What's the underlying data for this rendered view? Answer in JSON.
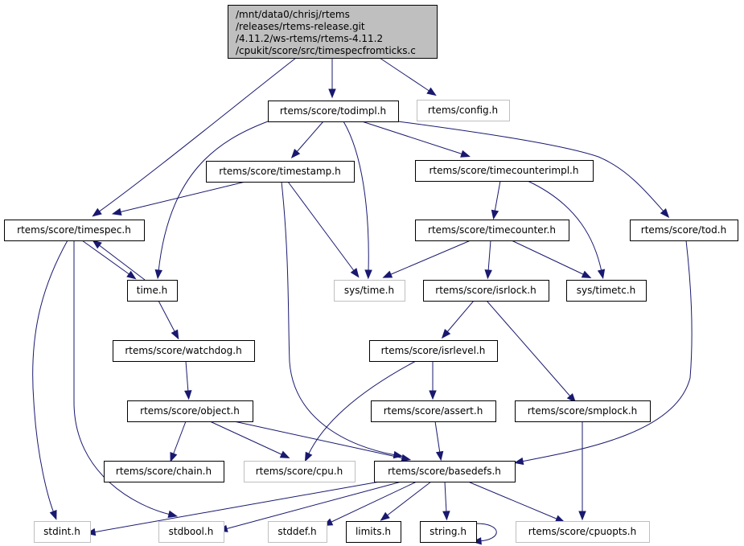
{
  "diagram": {
    "type": "include-dependency-graph",
    "colors": {
      "edge": "#191970",
      "root_fill": "#bfbfbf",
      "node_border": "#000000",
      "external_border": "#bfbfbf"
    },
    "nodes": [
      {
        "id": "root",
        "label_lines": [
          "/mnt/data0/chrisj/rtems",
          "/releases/rtems-release.git",
          "/4.11.2/ws-rtems/rtems-4.11.2",
          "/cpukit/score/src/timespecfromticks.c"
        ],
        "kind": "root"
      },
      {
        "id": "todimpl",
        "label": "rtems/score/todimpl.h",
        "kind": "documented"
      },
      {
        "id": "config",
        "label": "rtems/config.h",
        "kind": "external"
      },
      {
        "id": "timestamp",
        "label": "rtems/score/timestamp.h",
        "kind": "documented"
      },
      {
        "id": "timecounterimpl",
        "label": "rtems/score/timecounterimpl.h",
        "kind": "documented"
      },
      {
        "id": "timespec",
        "label": "rtems/score/timespec.h",
        "kind": "documented"
      },
      {
        "id": "timecounter",
        "label": "rtems/score/timecounter.h",
        "kind": "documented"
      },
      {
        "id": "tod",
        "label": "rtems/score/tod.h",
        "kind": "documented"
      },
      {
        "id": "time",
        "label": "time.h",
        "kind": "documented"
      },
      {
        "id": "systime",
        "label": "sys/time.h",
        "kind": "external"
      },
      {
        "id": "isrlock",
        "label": "rtems/score/isrlock.h",
        "kind": "documented"
      },
      {
        "id": "systimetc",
        "label": "sys/timetc.h",
        "kind": "documented"
      },
      {
        "id": "watchdog",
        "label": "rtems/score/watchdog.h",
        "kind": "documented"
      },
      {
        "id": "isrlevel",
        "label": "rtems/score/isrlevel.h",
        "kind": "documented"
      },
      {
        "id": "object",
        "label": "rtems/score/object.h",
        "kind": "documented"
      },
      {
        "id": "assert",
        "label": "rtems/score/assert.h",
        "kind": "documented"
      },
      {
        "id": "smplock",
        "label": "rtems/score/smplock.h",
        "kind": "documented"
      },
      {
        "id": "chain",
        "label": "rtems/score/chain.h",
        "kind": "documented"
      },
      {
        "id": "cpu",
        "label": "rtems/score/cpu.h",
        "kind": "external"
      },
      {
        "id": "basedefs",
        "label": "rtems/score/basedefs.h",
        "kind": "documented"
      },
      {
        "id": "stdint",
        "label": "stdint.h",
        "kind": "external"
      },
      {
        "id": "stdbool",
        "label": "stdbool.h",
        "kind": "external"
      },
      {
        "id": "stddef",
        "label": "stddef.h",
        "kind": "external"
      },
      {
        "id": "limits",
        "label": "limits.h",
        "kind": "documented"
      },
      {
        "id": "string",
        "label": "string.h",
        "kind": "documented"
      },
      {
        "id": "cpuopts",
        "label": "rtems/score/cpuopts.h",
        "kind": "external"
      }
    ],
    "edges": [
      [
        "root",
        "todimpl"
      ],
      [
        "root",
        "config"
      ],
      [
        "root",
        "timespec"
      ],
      [
        "todimpl",
        "timestamp"
      ],
      [
        "todimpl",
        "timecounterimpl"
      ],
      [
        "todimpl",
        "tod"
      ],
      [
        "todimpl",
        "time"
      ],
      [
        "todimpl",
        "systime"
      ],
      [
        "timestamp",
        "timespec"
      ],
      [
        "timestamp",
        "systime"
      ],
      [
        "timestamp",
        "basedefs"
      ],
      [
        "timecounterimpl",
        "timecounter"
      ],
      [
        "timecounterimpl",
        "systimetc"
      ],
      [
        "timespec",
        "time"
      ],
      [
        "timespec",
        "stdint"
      ],
      [
        "timespec",
        "stdbool"
      ],
      [
        "time",
        "timespec"
      ],
      [
        "time",
        "watchdog"
      ],
      [
        "timecounter",
        "systime"
      ],
      [
        "timecounter",
        "isrlock"
      ],
      [
        "timecounter",
        "systimetc"
      ],
      [
        "tod",
        "basedefs"
      ],
      [
        "isrlock",
        "isrlevel"
      ],
      [
        "isrlock",
        "smplock"
      ],
      [
        "watchdog",
        "object"
      ],
      [
        "isrlevel",
        "assert"
      ],
      [
        "isrlevel",
        "cpu"
      ],
      [
        "object",
        "chain"
      ],
      [
        "object",
        "cpu"
      ],
      [
        "object",
        "basedefs"
      ],
      [
        "assert",
        "basedefs"
      ],
      [
        "smplock",
        "cpuopts"
      ],
      [
        "basedefs",
        "stdint"
      ],
      [
        "basedefs",
        "stdbool"
      ],
      [
        "basedefs",
        "stddef"
      ],
      [
        "basedefs",
        "limits"
      ],
      [
        "basedefs",
        "string"
      ],
      [
        "basedefs",
        "cpuopts"
      ],
      [
        "string",
        "string"
      ]
    ]
  }
}
